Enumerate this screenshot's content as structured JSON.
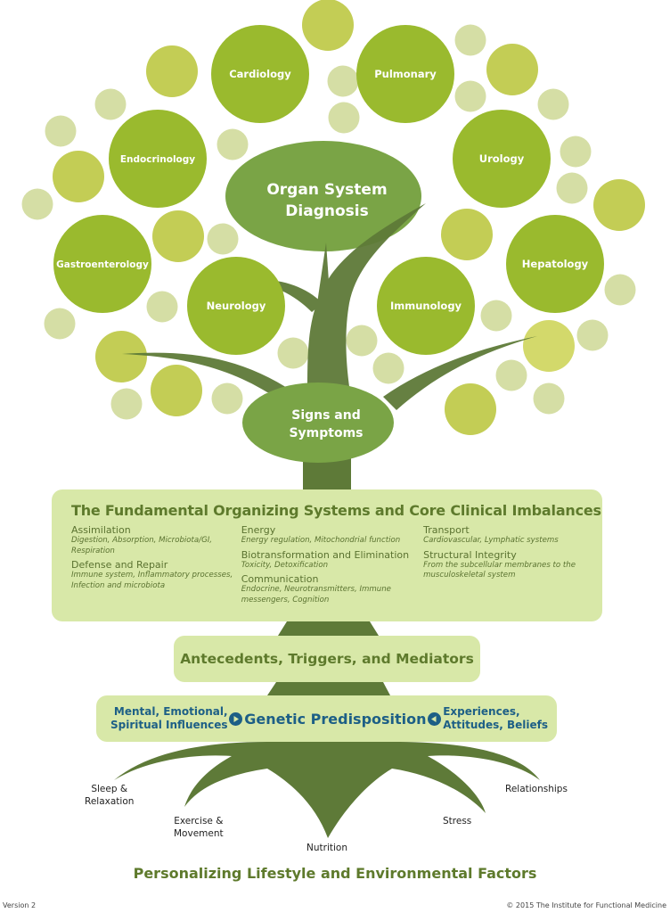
{
  "colors": {
    "organ_circle": "#9aba2e",
    "medium_circle": "#c3cd55",
    "small_circle": "#d5dea5",
    "trunk": "#5e7a38",
    "ellipse": "#7aa446",
    "box_fill": "#d8e8a8",
    "title_green": "#5e7a2c",
    "blue_text": "#1d5f86"
  },
  "organ_systems": [
    {
      "label": "Cardiology"
    },
    {
      "label": "Pulmonary"
    },
    {
      "label": "Endocrinology"
    },
    {
      "label": "Urology"
    },
    {
      "label": "Gastroenterology"
    },
    {
      "label": "Hepatology"
    },
    {
      "label": "Neurology"
    },
    {
      "label": "Immunology"
    }
  ],
  "organ_diagnosis": {
    "line1": "Organ System",
    "line2": "Diagnosis"
  },
  "signs_symptoms": {
    "line1": "Signs and",
    "line2": "Symptoms"
  },
  "fundamental": {
    "title": "The Fundamental Organizing Systems and Core Clinical Imbalances",
    "columns": [
      [
        {
          "name": "Assimilation",
          "desc": "Digestion, Absorption, Microbiota/GI, Respiration"
        },
        {
          "name": "Defense and Repair",
          "desc": "Immune system, Inflammatory processes, Infection and microbiota"
        }
      ],
      [
        {
          "name": "Energy",
          "desc": "Energy regulation, Mitochondrial function"
        },
        {
          "name": "Biotransformation and Elimination",
          "desc": "Toxicity, Detoxification"
        },
        {
          "name": "Communication",
          "desc": "Endocrine, Neurotransmitters, Immune messengers, Cognition"
        }
      ],
      [
        {
          "name": "Transport",
          "desc": "Cardiovascular, Lymphatic systems"
        },
        {
          "name": "Structural Integrity",
          "desc": "From the subcellular membranes to the musculoskeletal system"
        }
      ]
    ]
  },
  "antecedents": {
    "title": "Antecedents, Triggers, and Mediators"
  },
  "genetic": {
    "left_line1": "Mental, Emotional,",
    "left_line2": "Spiritual Influences",
    "center": "Genetic Predisposition",
    "right_line1": "Experiences,",
    "right_line2": "Attitudes, Beliefs",
    "left_icon": "arrow-right-circle-icon",
    "right_icon": "arrow-left-circle-icon"
  },
  "roots": {
    "sleep_line1": "Sleep &",
    "sleep_line2": "Relaxation",
    "exercise_line1": "Exercise &",
    "exercise_line2": "Movement",
    "nutrition": "Nutrition",
    "stress": "Stress",
    "relationships": "Relationships"
  },
  "footer": {
    "title": "Personalizing Lifestyle and Environmental Factors",
    "version": "Version 2",
    "copyright": "© 2015 The Institute for Functional Medicine"
  }
}
